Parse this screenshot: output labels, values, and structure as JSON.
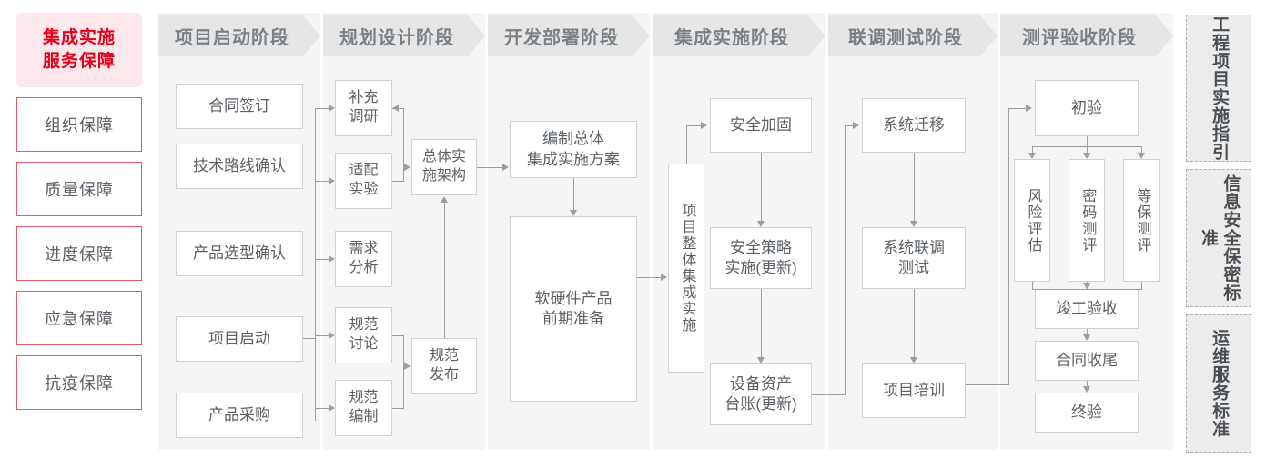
{
  "left_panel": {
    "brand": {
      "line1": "集成实施",
      "line2": "服务保障"
    },
    "guarantees": [
      {
        "label": "组织保障"
      },
      {
        "label": "质量保障"
      },
      {
        "label": "进度保障"
      },
      {
        "label": "应急保障"
      },
      {
        "label": "抗疫保障"
      }
    ]
  },
  "phases": [
    {
      "id": "startup",
      "title": "项目启动阶段",
      "nodes": [
        {
          "id": "contract",
          "label": "合同签订"
        },
        {
          "id": "tech-route",
          "label": "技术路线确认"
        },
        {
          "id": "product-select",
          "label": "产品选型确认"
        },
        {
          "id": "project-start",
          "label": "项目启动"
        },
        {
          "id": "product-purchase",
          "label": "产品采购"
        }
      ]
    },
    {
      "id": "planning",
      "title": "规划设计阶段",
      "nodes": [
        {
          "id": "supplement-research",
          "label": "补充\n调研"
        },
        {
          "id": "adapt-test",
          "label": "适配\n实验"
        },
        {
          "id": "demand-analysis",
          "label": "需求\n分析"
        },
        {
          "id": "spec-discuss",
          "label": "规范\n讨论"
        },
        {
          "id": "spec-draft",
          "label": "规范\n编制"
        },
        {
          "id": "overall-arch",
          "label": "总体实\n施架构"
        },
        {
          "id": "spec-release",
          "label": "规范\n发布"
        }
      ]
    },
    {
      "id": "deploy",
      "title": "开发部署阶段",
      "nodes": [
        {
          "id": "overall-plan",
          "label": "编制总体\n集成实施方案"
        },
        {
          "id": "hw-sw-prep",
          "label": "软硬件产品\n前期准备"
        }
      ]
    },
    {
      "id": "integration",
      "title": "集成实施阶段",
      "nodes": [
        {
          "id": "whole-integration",
          "label": "项目整体集成实施"
        },
        {
          "id": "security-harden",
          "label": "安全加固"
        },
        {
          "id": "security-policy",
          "label": "安全策略\n实施(更新)"
        },
        {
          "id": "asset-ledger",
          "label": "设备资产\n台账(更新)"
        }
      ]
    },
    {
      "id": "joint-test",
      "title": "联调测试阶段",
      "nodes": [
        {
          "id": "system-migrate",
          "label": "系统迁移"
        },
        {
          "id": "system-joint-test",
          "label": "系统联调\n测试"
        },
        {
          "id": "project-training",
          "label": "项目培训"
        }
      ]
    },
    {
      "id": "acceptance",
      "title": "测评验收阶段",
      "nodes": [
        {
          "id": "first-acceptance",
          "label": "初验"
        },
        {
          "id": "risk-assess",
          "label": "风险评估"
        },
        {
          "id": "crypto-eval",
          "label": "密码测评"
        },
        {
          "id": "grade-eval",
          "label": "等保测评"
        },
        {
          "id": "completion-accept",
          "label": "竣工验收"
        },
        {
          "id": "contract-close",
          "label": "合同收尾"
        },
        {
          "id": "final-acceptance",
          "label": "终验"
        }
      ]
    }
  ],
  "right_panel": {
    "cards": [
      {
        "id": "engineering-guide",
        "label": "工程项目实施指引"
      },
      {
        "id": "infosec-standard",
        "label": "信息安全保密标准"
      },
      {
        "id": "ops-standard",
        "label": "运维服务标准"
      }
    ]
  },
  "colors": {
    "brand_red": "#e2001a",
    "guard_border": "#e05a6b",
    "brand_bg": "#fce8ec",
    "phase_head_bg": "#e6e6e6",
    "phase_body_bg": "#f5f5f5",
    "node_border": "#cfd2d4",
    "connector": "#9b9fa3",
    "text": "#5b6166"
  }
}
